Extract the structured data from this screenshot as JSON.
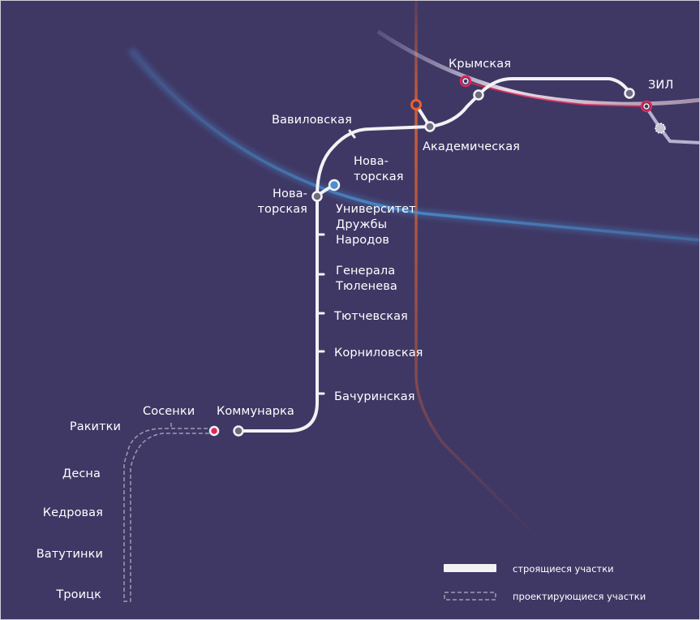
{
  "map": {
    "colors": {
      "background": "#3f3865",
      "construction_line": "#f2f2f4",
      "planned_line": "#9f9cb2",
      "red_line": "#e0275a",
      "blue_line": "#4a8fd0",
      "orange_line": "#e8622c",
      "grey_line": "#8d899f",
      "mcc_line": "#e9ced8"
    },
    "stations": {
      "krymskaya": "Крымская",
      "zil": "ЗИЛ",
      "vavilovskaya": "Вавиловская",
      "akademicheskaya": "Академическая",
      "novatorskaya_blue": "Нова-\nторская",
      "novatorskaya_main": "Нова-\nторская",
      "universitet": "Университет\nДружбы\nНародов",
      "generala_tyuleneva": "Генерала\nТюленева",
      "tyutchevskaya": "Тютчевская",
      "kornilovskaya": "Корниловская",
      "bachurinskaya": "Бачуринская",
      "kommunarka": "Коммунарка",
      "sosenki": "Сосенки",
      "rakitki": "Ракитки",
      "desna": "Десна",
      "kedrovaya": "Кедровая",
      "vatutinki": "Ватутинки",
      "troitsk": "Троицк"
    },
    "legend": {
      "construction": "строящиеся участки",
      "planned": "проектирующиеся участки"
    }
  }
}
